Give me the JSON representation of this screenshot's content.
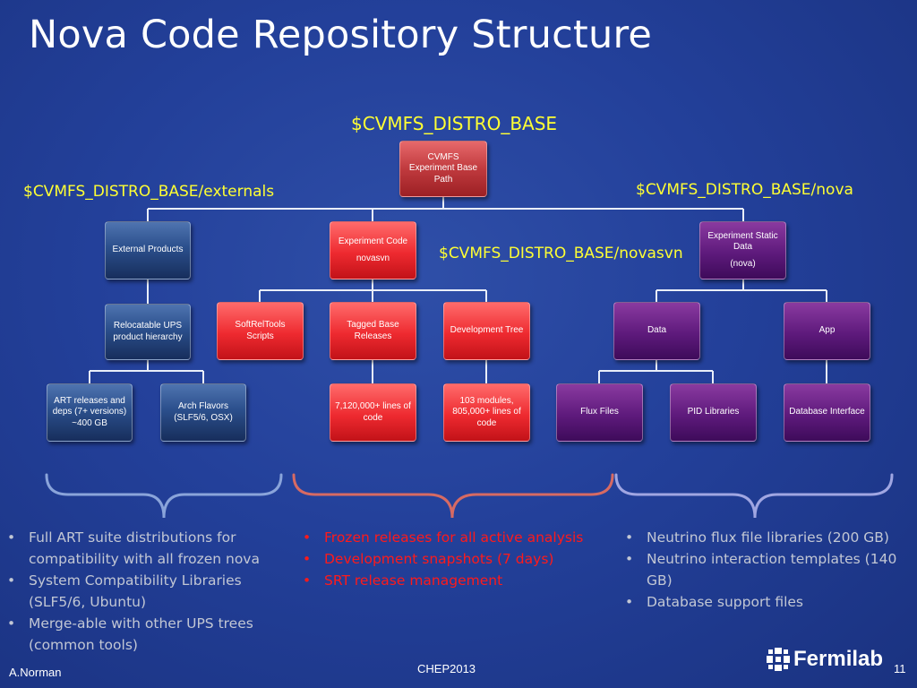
{
  "slide": {
    "title": "Nova Code Repository Structure",
    "author": "A.Norman",
    "conference": "CHEP2013",
    "page": "11",
    "logo_text": "Fermilab",
    "logo_icon": "fermilab-logo-icon"
  },
  "paths": {
    "distro_base": "$CVMFS_DISTRO_BASE",
    "externals": "$CVMFS_DISTRO_BASE/externals",
    "nova": "$CVMFS_DISTRO_BASE/nova",
    "novasvn": "$CVMFS_DISTRO_BASE/novasvn"
  },
  "nodes": {
    "root": "CVMFS Experiment Base Path",
    "external": "External Products",
    "relocatable": "Relocatable UPS product hierarchy",
    "art": "ART releases and deps (7+ versions) ~400 GB",
    "arch": "Arch Flavors (SLF5/6, OSX)",
    "expcode": "Experiment  Code",
    "expcode_sub": "novasvn",
    "softrel": "SoftRelTools Scripts",
    "tagged": "Tagged Base Releases",
    "devtree": "Development Tree",
    "lines": "7,120,000+ lines of code",
    "modules": "103 modules, 805,000+ lines of code",
    "static": "Experiment Static Data",
    "static_sub": "(nova)",
    "data": "Data",
    "app": "App",
    "flux": "Flux Files",
    "pid": "PID Libraries",
    "dbi": "Database Interface"
  },
  "bullets": {
    "left": [
      "Full ART suite distributions for compatibility with all frozen nova",
      "System Compatibility Libraries (SLF5/6, Ubuntu)",
      "Merge-able with other UPS trees (common tools)"
    ],
    "middle": [
      "Frozen releases for all active analysis",
      "Development snapshots (7 days)",
      "SRT release management"
    ],
    "right": [
      "Neutrino flux file libraries (200 GB)",
      "Neutrino interaction templates (140 GB)",
      "Database support files"
    ],
    "marker": "•"
  },
  "colors": {
    "background": "#23409a",
    "path_label": "#ffff33",
    "blue_branch": "#24467f",
    "red_branch": "#ee2a30",
    "purple_branch": "#5e1a7c",
    "red_text": "#ff1a1a",
    "gray_text": "#c2c7d4"
  }
}
